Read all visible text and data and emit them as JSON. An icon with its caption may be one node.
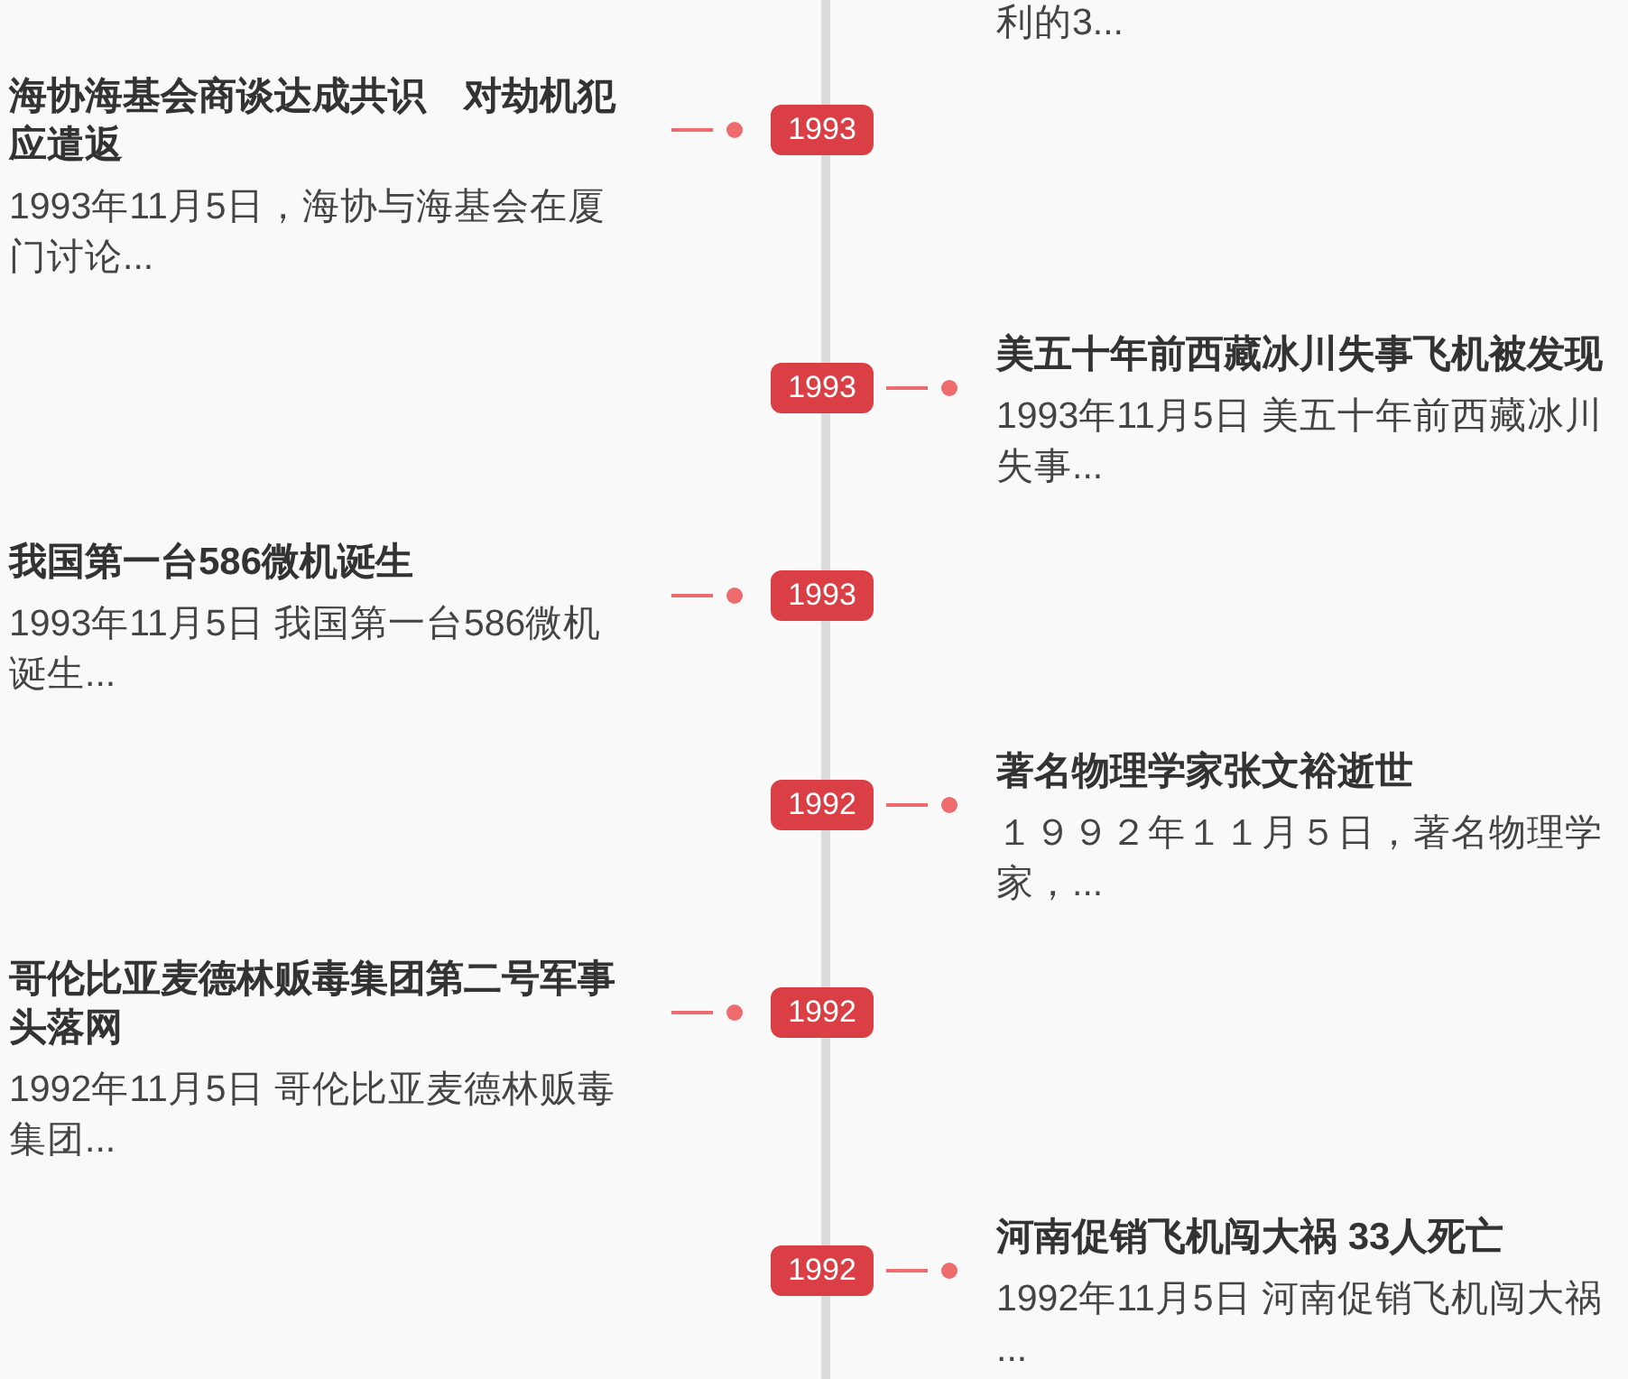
{
  "diagram": {
    "nodes": [
      {
        "text": [
          "海协海基会商谈达成共识　对劫机犯应遣返",
          "1993年11月5日，海协与海基会在厦门讨论..."
        ]
      },
      {
        "text": [
          "1993"
        ]
      },
      {
        "text": [
          "1993"
        ]
      },
      {
        "text": [
          "美五十年前西藏冰川失事飞机被发现",
          "1993年11月5日 美五十年前西藏冰川失事..."
        ]
      },
      {
        "text": [
          "我国第一台586微机诞生",
          "1993年11月5日 我国第一台586微机诞生..."
        ]
      },
      {
        "text": [
          "1993"
        ]
      },
      {
        "text": [
          "1992"
        ]
      },
      {
        "text": [
          "著名物理学家张文裕逝世",
          "１９９２年１１月５日，著名物理学家，..."
        ]
      },
      {
        "text": [
          "哥伦比亚麦德林贩毒集团第二号军事头落网",
          "1992年11月5日 哥伦比亚麦德林贩毒集团..."
        ]
      },
      {
        "text": [
          "1992"
        ]
      },
      {
        "text": [
          "1992"
        ]
      },
      {
        "text": [
          "河南促销飞机闯大祸 33人死亡",
          "1992年11月5日 河南促销飞机闯大祸　..."
        ]
      }
    ],
    "edges": [
      {
        "from": 0,
        "to": 1,
        "arrow": "other"
      },
      {
        "from": 2,
        "to": 3,
        "arrow": "other"
      },
      {
        "from": 4,
        "to": 5,
        "arrow": "other"
      },
      {
        "from": 6,
        "to": 7,
        "arrow": "other"
      },
      {
        "from": 8,
        "to": 9,
        "arrow": "other"
      },
      {
        "from": 10,
        "to": 11,
        "arrow": "other"
      }
    ],
    "labels": [
      "利的3..."
    ]
  }
}
